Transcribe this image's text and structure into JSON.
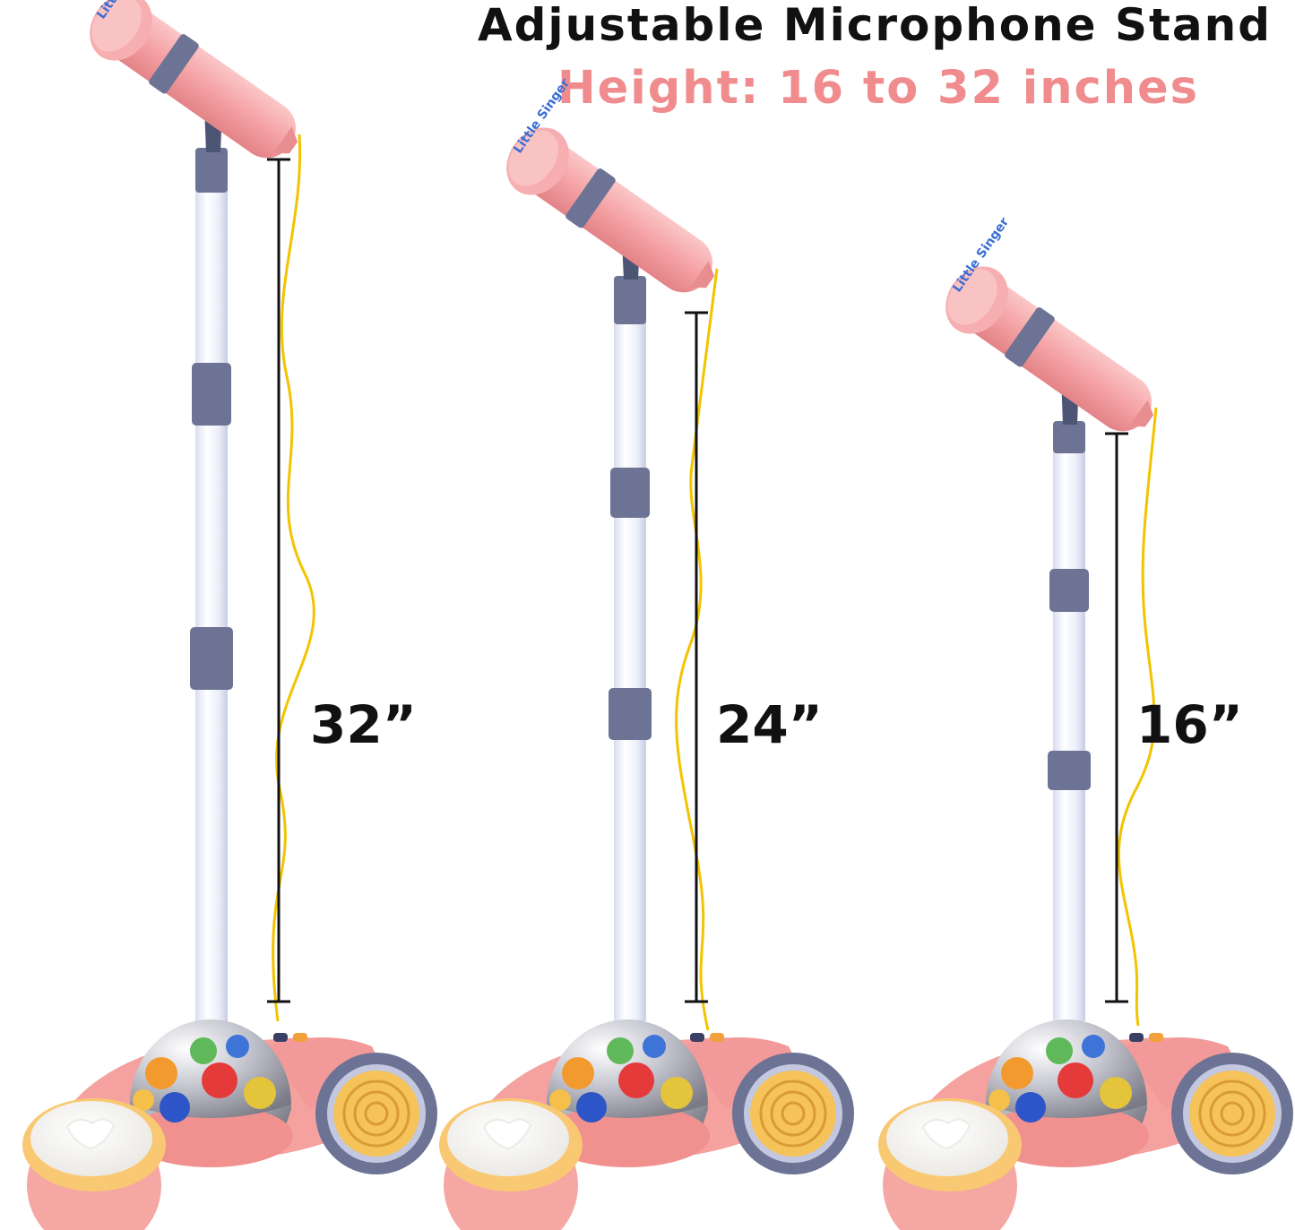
{
  "heading": {
    "title": "Adjustable Microphone Stand",
    "subtitle": "Height: 16 to 32 inches"
  },
  "stands": [
    {
      "height_label": "32”",
      "mic_brand": "Little Singer"
    },
    {
      "height_label": "24”",
      "mic_brand": "Little Singer"
    },
    {
      "height_label": "16”",
      "mic_brand": "Little Singer"
    }
  ],
  "colors": {
    "title": "#111111",
    "subtitle": "#f08b8e",
    "mic_pink": "#f4a7a9",
    "joint_navy": "#6c7394",
    "cable_yellow": "#f2c400",
    "base_pink": "#f4a19f"
  }
}
